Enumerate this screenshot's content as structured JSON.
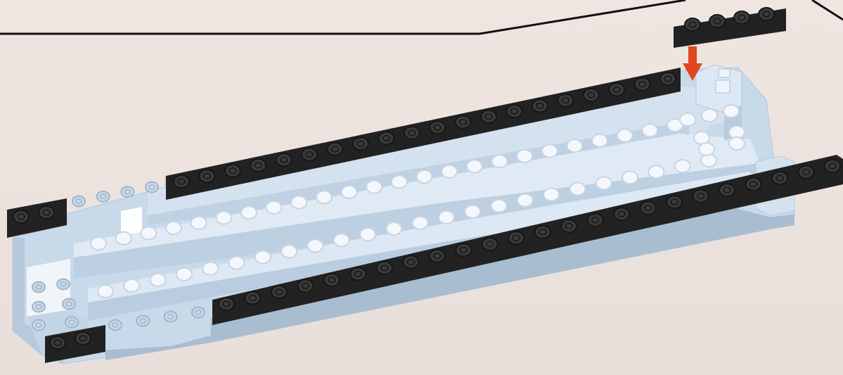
{
  "scene": {
    "kind": "building-instruction-illustration",
    "background_color": "#ece2de",
    "callout_line_color": "#111111",
    "arrow_color": "#e0461f",
    "colors": {
      "light_bluish_gray": "#c8d9ea",
      "light_bluish_gray_shadow": "#a9bdd0",
      "white_stud": "#f4f8fc",
      "black_plate": "#222222",
      "black_plate_top": "#2f2f2f",
      "black_stud": "#3a3a3a"
    }
  },
  "new_part": {
    "name": "black plate 1x4",
    "color": "#222222",
    "studs": 4
  },
  "assembly": {
    "black_plate_rows": 3,
    "light_gray_brick_rows": 2,
    "white_stud_rows": 2
  }
}
